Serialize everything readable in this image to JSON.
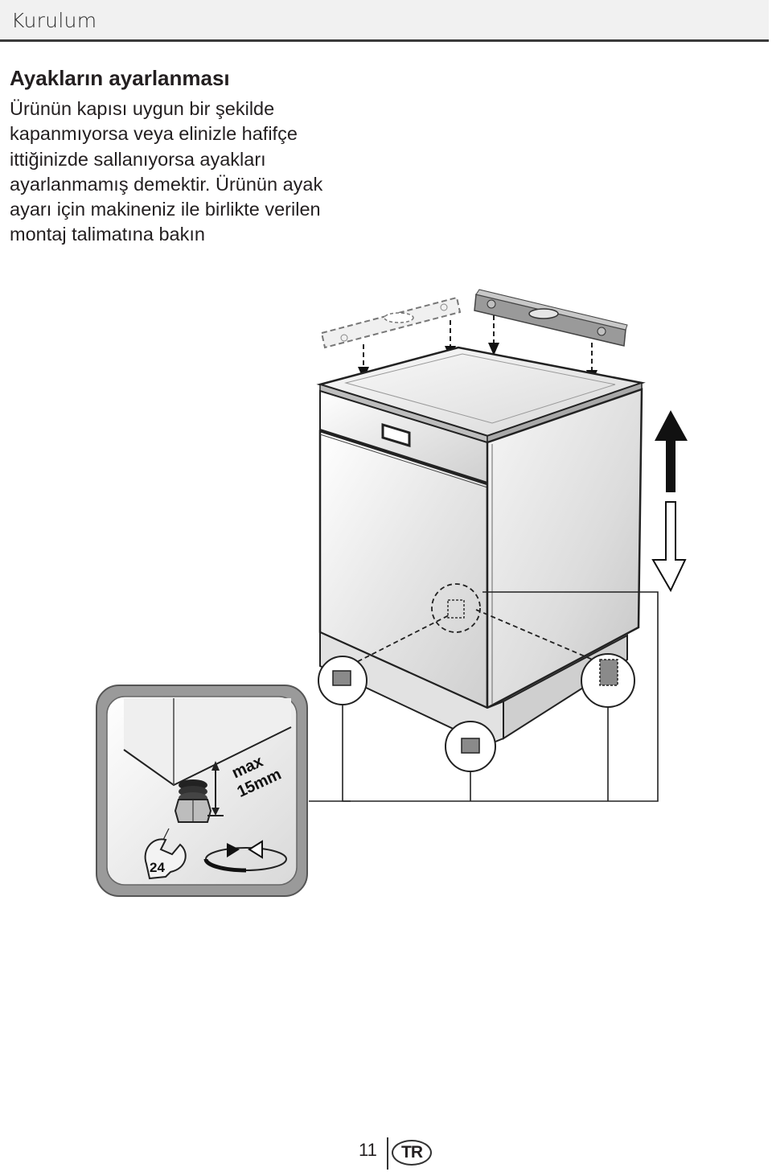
{
  "header": {
    "title": "Kurulum"
  },
  "section": {
    "title": "Ayakların ayarlanması",
    "body_lines": [
      "Ürünün kapısı uygun bir şekilde",
      "kapanmıyorsa veya elinizle hafifçe",
      "ittiğinizde sallanıyorsa ayakları",
      "ayarlanmamış demektir. Ürünün ayak",
      "ayarı için makineniz ile birlikte verilen",
      "montaj talimatına bakın"
    ]
  },
  "figure": {
    "inset_label_max": "max",
    "inset_label_height": "15mm",
    "wrench_size": "24",
    "icons": [
      "spirit-level-icon",
      "up-arrow-icon",
      "down-arrow-icon",
      "wrench-icon",
      "rotate-arrow-icon"
    ]
  },
  "footer": {
    "page_number": "11",
    "language": "TR"
  }
}
